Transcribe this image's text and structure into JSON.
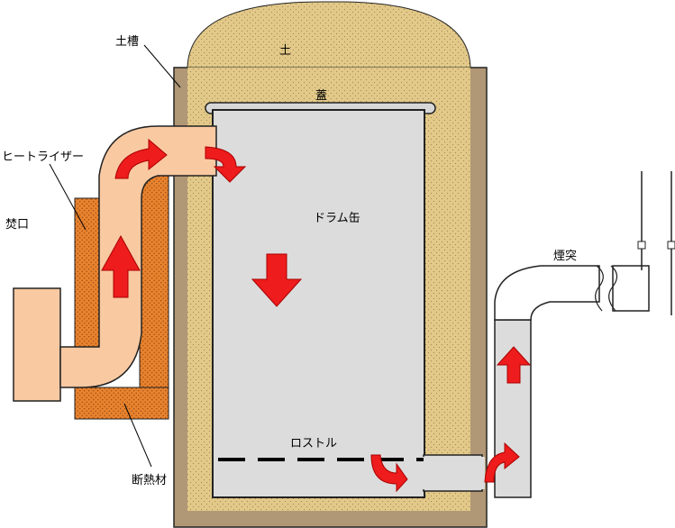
{
  "labels": {
    "soil": "土",
    "soil_tank": "土槽",
    "lid": "蓋",
    "heat_riser": "ヒートライザー",
    "drum_can": "ドラム缶",
    "fire_mouth": "焚口",
    "chimney": "煙突",
    "grate": "ロストル",
    "insulation": "断熱材"
  },
  "colors": {
    "soil": "#e2c989",
    "wall": "#b09775",
    "duct": "#f9c9a2",
    "drum": "#dcdcdc",
    "insulation": "#e8822e",
    "arrow": "#ee1c1c",
    "outline": "#222222"
  }
}
